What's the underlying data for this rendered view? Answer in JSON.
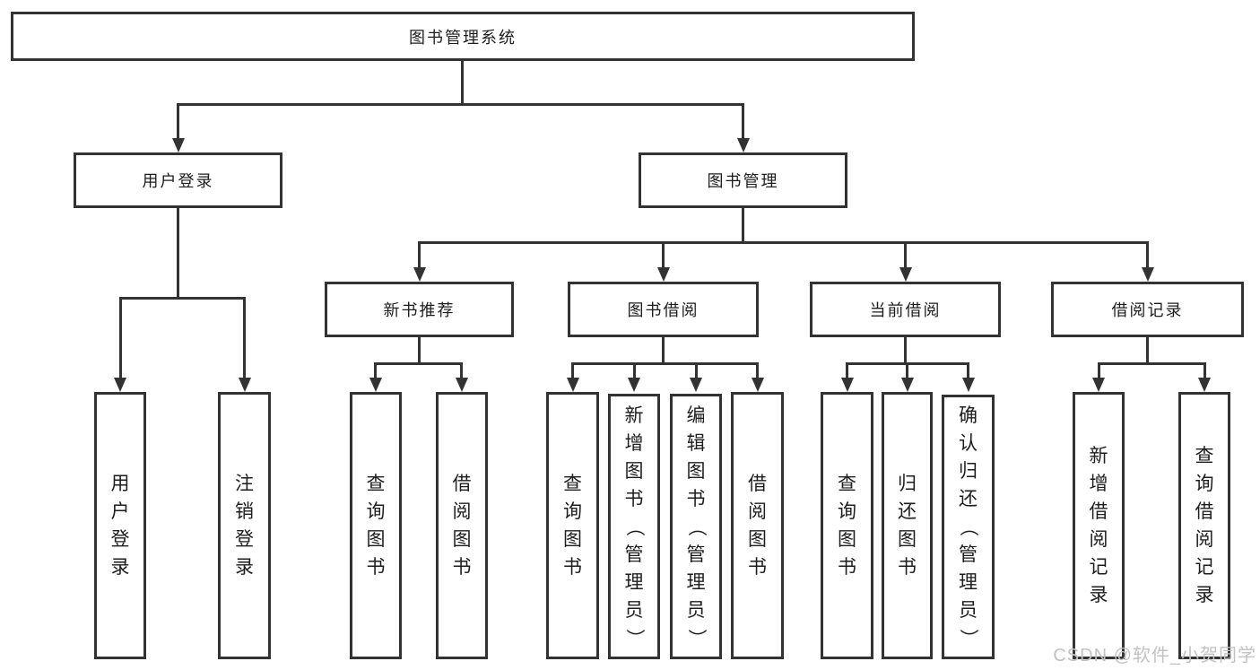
{
  "nodes": {
    "root": "图书管理系统",
    "user_login": "用户登录",
    "book_management": "图书管理",
    "new_book_recommend": "新书推荐",
    "book_borrowing": "图书借阅",
    "current_borrowing": "当前借阅",
    "borrowing_records": "借阅记录"
  },
  "leaves": {
    "user_login": [
      "用户登录",
      "注销登录"
    ],
    "new_book_recommend": [
      "查询图书",
      "借阅图书"
    ],
    "book_borrowing": [
      "查询图书",
      "新增图书（管理员）",
      "编辑图书（管理员）",
      "借阅图书"
    ],
    "current_borrowing": [
      "查询图书",
      "归还图书",
      "确认归还（管理员）"
    ],
    "borrowing_records": [
      "新增借阅记录",
      "查询借阅记录"
    ]
  },
  "watermark": {
    "text": "CSDN @软件_小贺同学"
  },
  "colors": {
    "line": "#333333",
    "text": "#1d1d1d",
    "watermark": "#c2c2c2",
    "background": "#ffffff"
  }
}
